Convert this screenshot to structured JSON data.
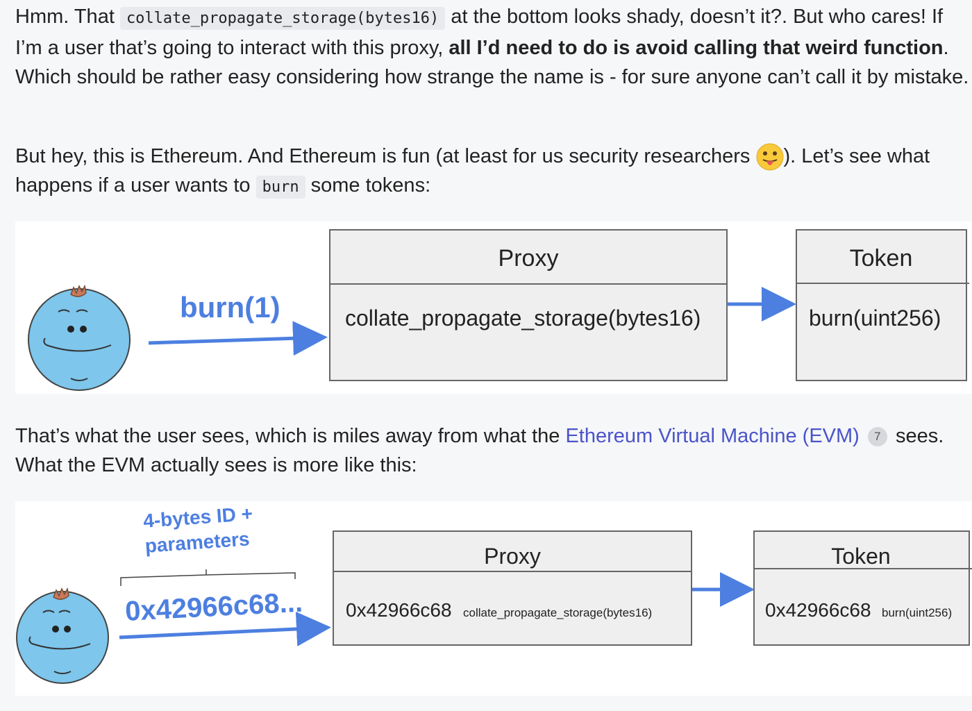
{
  "colors": {
    "link": "#4a54c8",
    "arrow": "#4d7fe0",
    "box_fill": "#efefef",
    "box_border": "#666666",
    "character": "#7ec6ec"
  },
  "p1": {
    "t1": "Hmm. That ",
    "code": "collate_propagate_storage(bytes16)",
    "t2": " at the bottom looks shady, doesn’t it?. But who cares! If I’m a user that’s going to interact with this proxy, ",
    "bold": "all I’d need to do is avoid calling that weird function",
    "t3": ". Which should be rather easy considering how strange the name is - for sure anyone can’t call it by mistake."
  },
  "p2": {
    "t1": "But hey, this is Ethereum. And Ethereum is fun (at least for us security researchers ",
    "emoji": "face-with-tongue-emoji",
    "t2": "). Let’s see what happens if a user wants to ",
    "code": "burn",
    "t3": " some tokens:"
  },
  "fig1": {
    "call_label": "burn(1)",
    "proxy_title": "Proxy",
    "proxy_body": "collate_propagate_storage(bytes16)",
    "token_title": "Token",
    "token_body": "burn(uint256)"
  },
  "p3": {
    "t1": "That’s what the user sees, which is miles away from what the ",
    "link": "Ethereum Virtual Machine (EVM)",
    "footnote": "7",
    "t2": " sees. What the EVM actually sees is more like this:"
  },
  "fig2": {
    "brace_label_1": "4-bytes ID +",
    "brace_label_2": "parameters",
    "call_label": "0x42966c68...",
    "proxy_title": "Proxy",
    "proxy_id": "0x42966c68",
    "proxy_sig": "collate_propagate_storage(bytes16)",
    "token_title": "Token",
    "token_id": "0x42966c68",
    "token_sig": "burn(uint256)"
  }
}
